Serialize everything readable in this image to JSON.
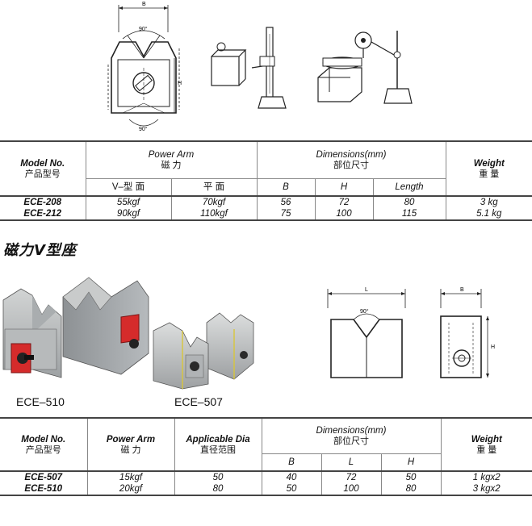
{
  "section_title": "磁力V型座",
  "drawing1": {
    "b_label": "B",
    "h_label": "H",
    "angle_top": "90°",
    "angle_bottom": "90°"
  },
  "drawing2": {
    "l_label": "L",
    "angle": "90°"
  },
  "drawing3": {
    "b_label": "B",
    "h_label": "H"
  },
  "photos": {
    "label_510": "ECE–510",
    "label_507": "ECE–507"
  },
  "table1": {
    "model_label": "Model No.",
    "model_cn": "产品型号",
    "power_label": "Power Arm",
    "power_cn": "磁 力",
    "dim_label": "Dimensions(mm)",
    "dim_cn": "部位尺寸",
    "weight_label": "Weight",
    "weight_cn": "重 量",
    "sub_v": "V–型 面",
    "sub_flat": "平 面",
    "sub_b": "B",
    "sub_h": "H",
    "sub_length": "Length",
    "rows": [
      {
        "model": "ECE-208",
        "v": "55kgf",
        "flat": "70kgf",
        "b": "56",
        "h": "72",
        "length": "80",
        "weight": "3  kg"
      },
      {
        "model": "ECE-212",
        "v": "90kgf",
        "flat": "110kgf",
        "b": "75",
        "h": "100",
        "length": "115",
        "weight": "5.1  kg"
      }
    ]
  },
  "table2": {
    "model_label": "Model No.",
    "model_cn": "产品型号",
    "power_label": "Power Arm",
    "power_cn": "磁 力",
    "dia_label": "Applicable Dia",
    "dia_cn": "直径范围",
    "dim_label": "Dimensions(mm)",
    "dim_cn": "部位尺寸",
    "weight_label": "Weight",
    "weight_cn": "重 量",
    "sub_b": "B",
    "sub_l": "L",
    "sub_h": "H",
    "rows": [
      {
        "model": "ECE-507",
        "power": "15kgf",
        "dia": "50",
        "b": "40",
        "l": "72",
        "h": "50",
        "weight": "1  kgx2"
      },
      {
        "model": "ECE-510",
        "power": "20kgf",
        "dia": "80",
        "b": "50",
        "l": "100",
        "h": "80",
        "weight": "3 kgx2"
      }
    ]
  }
}
